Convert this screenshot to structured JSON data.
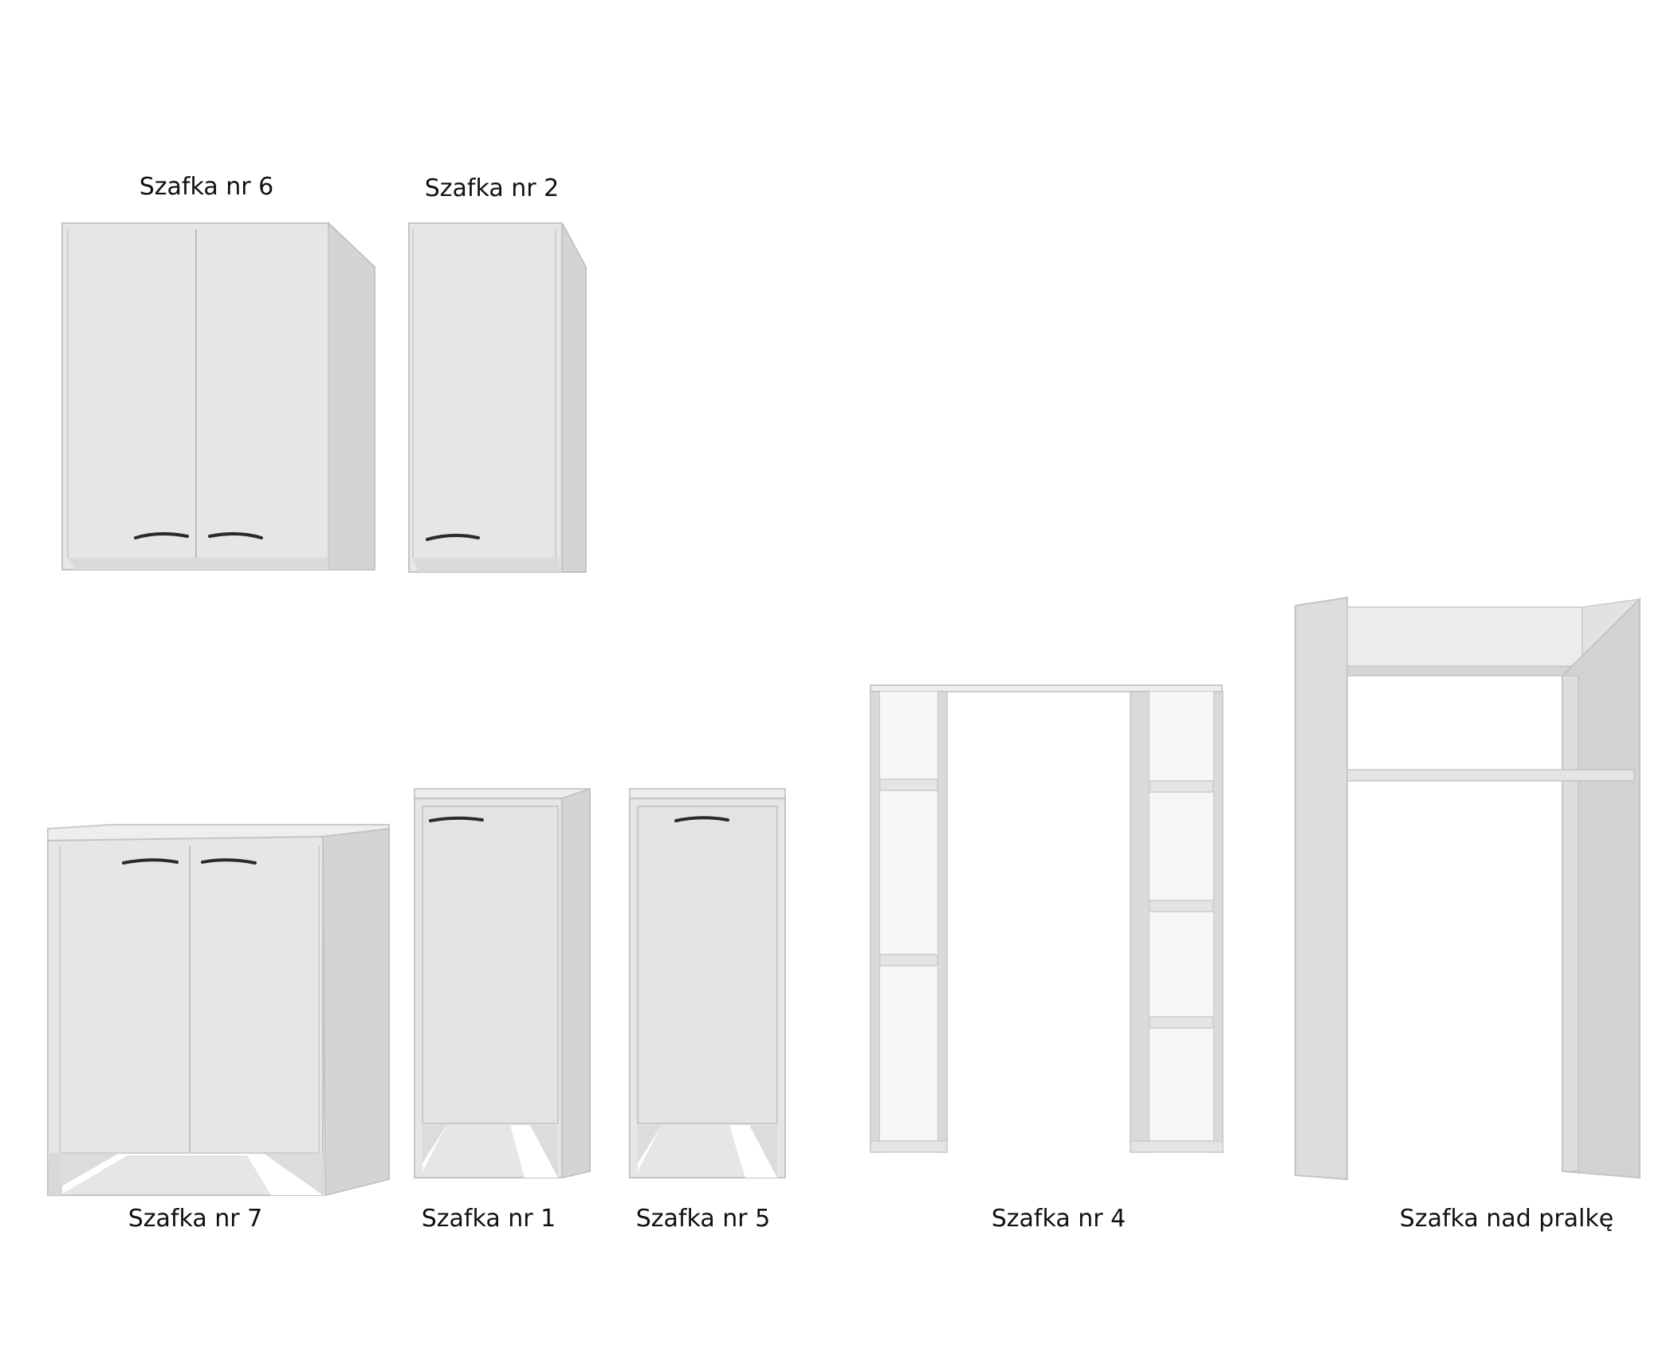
{
  "labels": {
    "cabinet_6": "Szafka nr 6",
    "cabinet_2": "Szafka nr 2",
    "cabinet_7": "Szafka nr 7",
    "cabinet_1": "Szafka nr 1",
    "cabinet_5": "Szafka nr 5",
    "cabinet_4": "Szafka nr 4",
    "cabinet_washer": "Szafka nad pralkę"
  },
  "colors": {
    "panel_front": "#e4e4e4",
    "panel_side": "#d2d2d2",
    "panel_top": "#eeeeee",
    "edge": "#c2c2c2",
    "handle": "#2a2a2a",
    "background": "#ffffff"
  }
}
